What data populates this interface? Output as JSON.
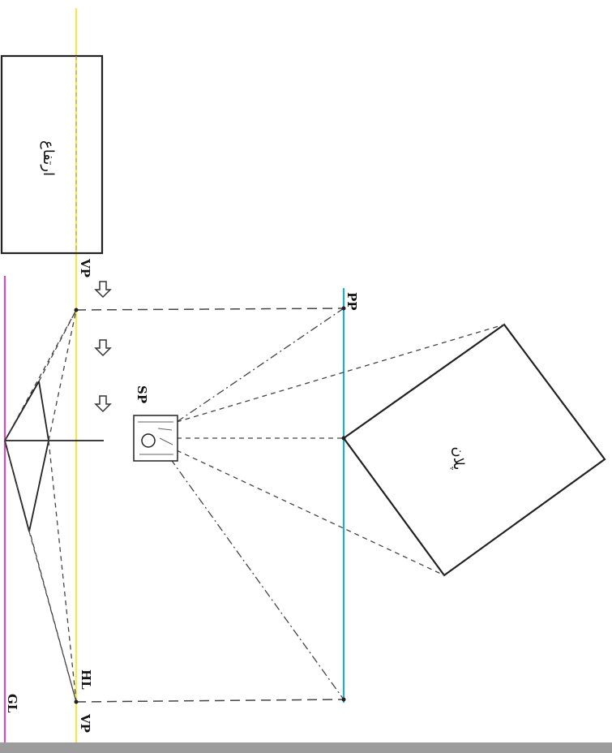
{
  "labels": {
    "vp_top": "VP",
    "vp_bottom": "VP",
    "pp": "PP",
    "sp": "SP",
    "hl": "HL",
    "gl": "GL",
    "elevation": "ارتفاع",
    "plan": "پلان"
  },
  "colors": {
    "horizon_line": "#f2e84a",
    "ground_line": "#d64bb4",
    "picture_plane": "#22aadd",
    "ink": "#222222",
    "footer_bar": "#9c9c9c"
  },
  "icons": [
    "arrow-icon",
    "arrow-icon",
    "arrow-icon"
  ]
}
